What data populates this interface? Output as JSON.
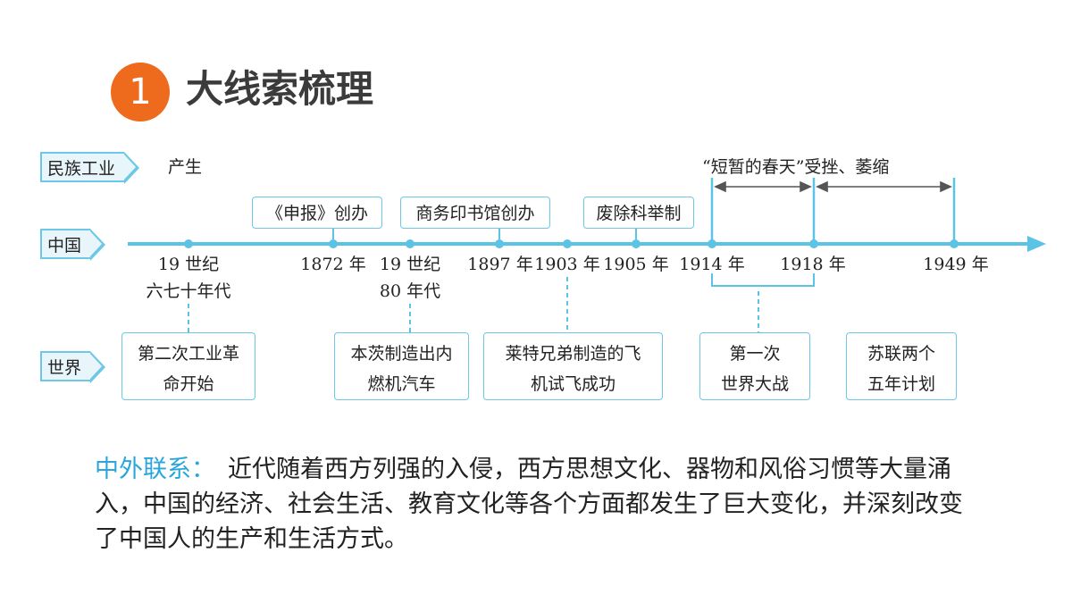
{
  "header": {
    "number": "1",
    "title": "大线索梳理"
  },
  "rows": {
    "ethnic": "民族工业",
    "china": "中国",
    "world": "世界"
  },
  "ethnic": {
    "birth": "产生",
    "spring": "“短暂的春天”受挫、萎缩"
  },
  "events": [
    "《申报》创办",
    "商务印书馆创办",
    "废除科举制"
  ],
  "dates": {
    "d1_line1": "19 世纪",
    "d1_line2": "六七十年代",
    "d2": "1872 年",
    "d3_line1": "19 世纪",
    "d3_line2": "80 年代",
    "d4": "1897 年",
    "d5": "1903 年",
    "d6": "1905 年",
    "d7": "1914 年",
    "d8": "1918 年",
    "d9": "1949 年"
  },
  "world": [
    {
      "line1": "第二次工业革",
      "line2": "命开始"
    },
    {
      "line1": "本茨制造出内",
      "line2": "燃机汽车"
    },
    {
      "line1": "莱特兄弟制造的飞",
      "line2": "机试飞成功"
    },
    {
      "line1": "第一次",
      "line2": "世界大战"
    },
    {
      "line1": "苏联两个",
      "line2": "五年计划"
    }
  ],
  "summary": {
    "lead": "中外联系：",
    "body": "近代随着西方列强的入侵，西方思想文化、器物和风俗习惯等大量涌入，中国的经济、社会生活、教育文化等各个方面都发生了巨大变化，并深刻改变了中国人的生产和生活方式。"
  },
  "colors": {
    "accent": "#6cc8e6",
    "badge": "#ee6b1d",
    "lead": "#2aa6dc",
    "line": "#5bc3e6"
  }
}
